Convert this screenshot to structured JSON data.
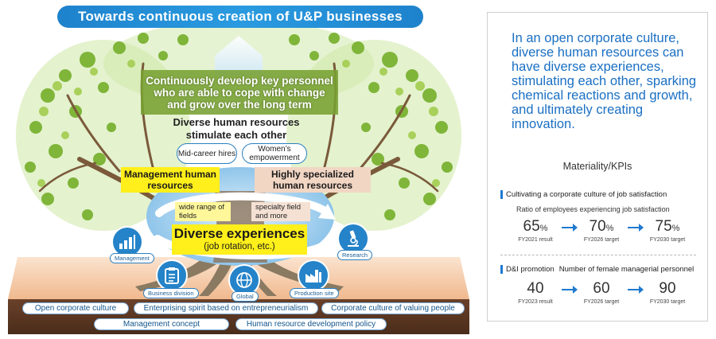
{
  "banner": "Towards continuous creation of U&P businesses",
  "tree": {
    "develop_text": "Continuously develop key personnel who are able to cope with change and grow over the long term",
    "stimulate_text": "Diverse human resources stimulate each other",
    "pills": [
      "Mid-career hires",
      "Women’s empowerment"
    ],
    "management_hr": "Management human resources",
    "specialized_hr": "Highly specialized human resources",
    "wide_range": "wide range of fields",
    "specialty": "specialty field and more",
    "diverse_experiences": "Diverse experiences",
    "job_rotation": "(job rotation, etc.)",
    "icons": [
      {
        "icon": "bar-chart-icon",
        "label": "Management"
      },
      {
        "icon": "clipboard-icon",
        "label": "Business division"
      },
      {
        "icon": "globe-icon",
        "label": "Global"
      },
      {
        "icon": "factory-icon",
        "label": "Production site"
      },
      {
        "icon": "microscope-icon",
        "label": "Research"
      }
    ]
  },
  "ground": {
    "row1": [
      "Open corporate culture",
      "Enterprising spirit based on entrepreneurialism",
      "Corporate culture of valuing people"
    ],
    "row2": [
      "Management concept",
      "Human resource development policy"
    ]
  },
  "panel": {
    "statement": "In an open corporate culture, diverse human resources can have diverse experiences, stimulating each other, sparking chemical reactions and growth, and ultimately creating innovation.",
    "materiality_title": "Materiality/KPIs",
    "kpi1": {
      "heading": "Cultivating a corporate culture of job satisfaction",
      "sub": "Ratio of employees experiencing job satisfaction",
      "values": [
        "65",
        "70",
        "75"
      ],
      "unit": "%",
      "labels": [
        "FY2021 result",
        "FY2026 target",
        "FY2030 target"
      ]
    },
    "kpi2": {
      "heading": "D&I promotion",
      "sub": "Number of female managerial personnel",
      "values": [
        "40",
        "60",
        "90"
      ],
      "labels": [
        "FY2023 result",
        "FY2026 target",
        "FY2030 target"
      ]
    }
  },
  "colors": {
    "blue": "#2583c9",
    "text_blue": "#1a6fc3",
    "leaf_green": "#8cbf3f",
    "yellow": "#ffef1a",
    "ground_brown": "#5c3a24",
    "ground_peach": "#f4c9a6"
  }
}
